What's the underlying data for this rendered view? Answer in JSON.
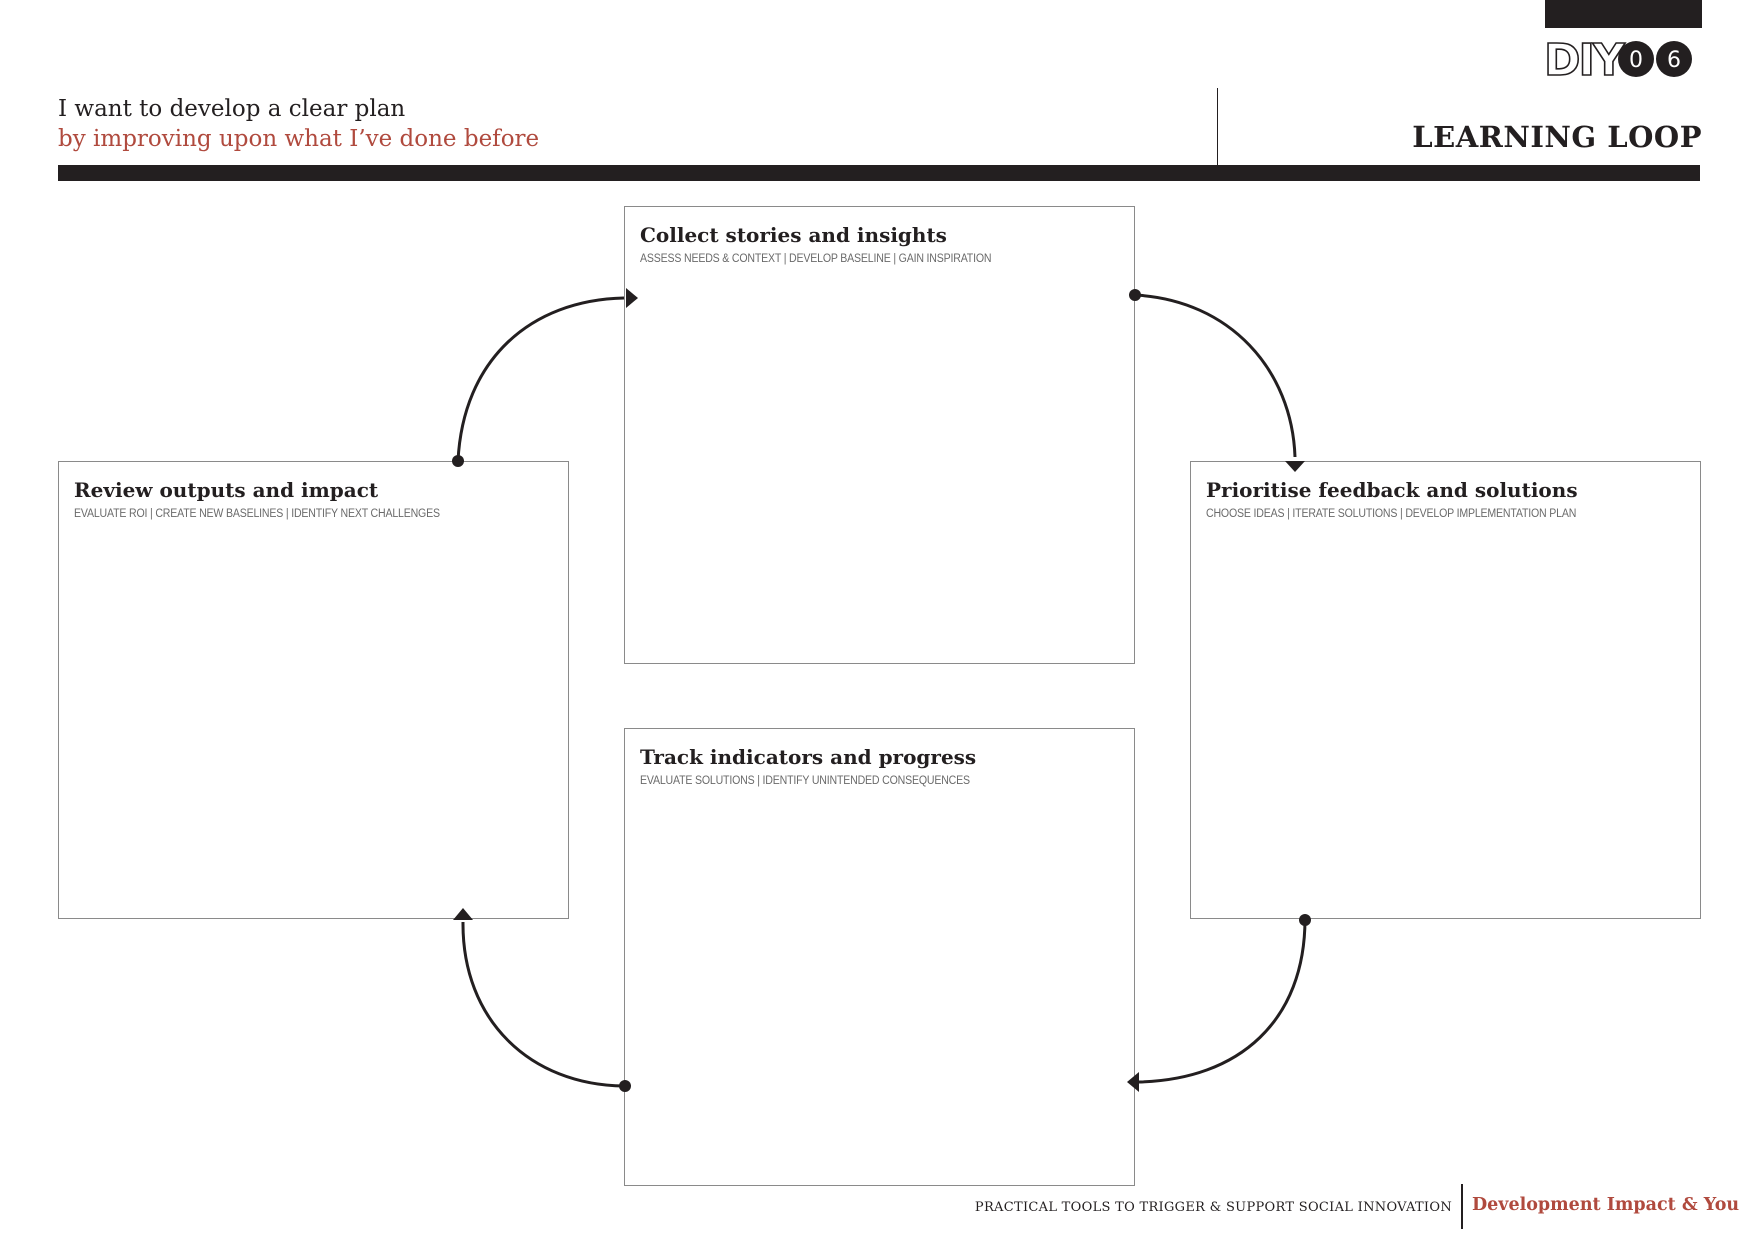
{
  "header": {
    "logo_text": "DIY",
    "logo_digits": [
      "0",
      "6"
    ],
    "subtitle_line1": "I want to develop a clear plan",
    "subtitle_line2": "by improving upon what I’ve done before",
    "page_title": "LEARNING LOOP"
  },
  "boxes": {
    "collect": {
      "title": "Collect stories and insights",
      "subtitle": "ASSESS NEEDS & CONTEXT | DEVELOP BASELINE | GAIN INSPIRATION"
    },
    "prioritise": {
      "title": "Prioritise feedback and solutions",
      "subtitle": "CHOOSE IDEAS | ITERATE SOLUTIONS | DEVELOP IMPLEMENTATION PLAN"
    },
    "track": {
      "title": "Track indicators and progress",
      "subtitle": "EVALUATE SOLUTIONS | IDENTIFY UNINTENDED CONSEQUENCES"
    },
    "review": {
      "title": "Review outputs and impact",
      "subtitle": "EVALUATE ROI | CREATE NEW BASELINES | IDENTIFY NEXT CHALLENGES"
    }
  },
  "footer": {
    "tagline": "PRACTICAL TOOLS TO TRIGGER & SUPPORT SOCIAL INNOVATION",
    "brand": "Development Impact & You"
  },
  "colors": {
    "ink": "#231f20",
    "accent": "#b04a3e",
    "box_border": "#8a8a8a",
    "box_subtitle": "#6a6a6a"
  }
}
